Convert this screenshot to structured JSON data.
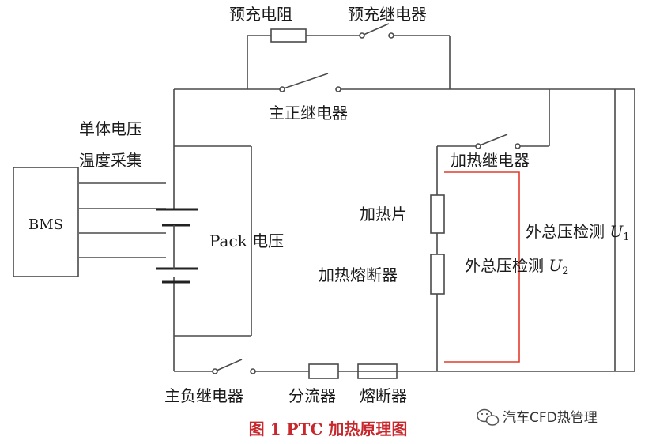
{
  "labels": {
    "precharge_resistor": "预充电阻",
    "precharge_relay": "预充继电器",
    "main_positive_relay": "主正继电器",
    "cell_voltage": "单体电压",
    "temp_collect": "温度采集",
    "bms": "BMS",
    "pack_voltage": "Pack 电压",
    "heating_relay": "加热继电器",
    "heating_film": "加热片",
    "heating_fuse": "加热熔断器",
    "outer_voltage_u1_text": "外总压检测",
    "outer_voltage_u1_sym": "U",
    "outer_voltage_u1_sub": "1",
    "outer_voltage_u2_text": "外总压检测",
    "outer_voltage_u2_sym": "U",
    "outer_voltage_u2_sub": "2",
    "main_negative_relay": "主负继电器",
    "shunt": "分流器",
    "fuse": "熔断器"
  },
  "caption": {
    "number": "图 1",
    "title": "PTC 加热原理图"
  },
  "watermark": {
    "text": "汽车CFD热管理",
    "icon": "wechat-icon"
  },
  "colors": {
    "wire": "#4a4a4a",
    "heater_loop": "#e23b2b",
    "caption": "#c8282d"
  }
}
